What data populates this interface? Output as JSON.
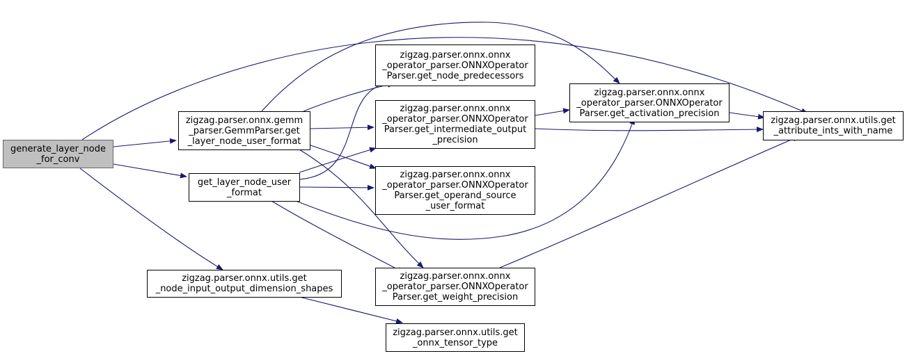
{
  "colors": {
    "edge": "#191970",
    "root_fill": "#bfbfbf",
    "node_fill": "#ffffff",
    "border": "#000000"
  },
  "nodes": {
    "root": "generate_layer_node\n_for_conv",
    "gemm": "zigzag.parser.onnx.gemm\n_parser.GemmParser.get\n_layer_node_user_format",
    "user_format": "get_layer_node_user\n_format",
    "dim_shapes": "zigzag.parser.onnx.utils.get\n_node_input_output_dimension_shapes",
    "predecessors": "zigzag.parser.onnx.onnx\n_operator_parser.ONNXOperator\nParser.get_node_predecessors",
    "intermediate": "zigzag.parser.onnx.onnx\n_operator_parser.ONNXOperator\nParser.get_intermediate_output\n_precision",
    "operand_source": "zigzag.parser.onnx.onnx\n_operator_parser.ONNXOperator\nParser.get_operand_source\n_user_format",
    "weight": "zigzag.parser.onnx.onnx\n_operator_parser.ONNXOperator\nParser.get_weight_precision",
    "tensor_type": "zigzag.parser.onnx.utils.get\n_onnx_tensor_type",
    "activation": "zigzag.parser.onnx.onnx\n_operator_parser.ONNXOperator\nParser.get_activation_precision",
    "attr_ints": "zigzag.parser.onnx.utils.get\n_attribute_ints_with_name"
  }
}
